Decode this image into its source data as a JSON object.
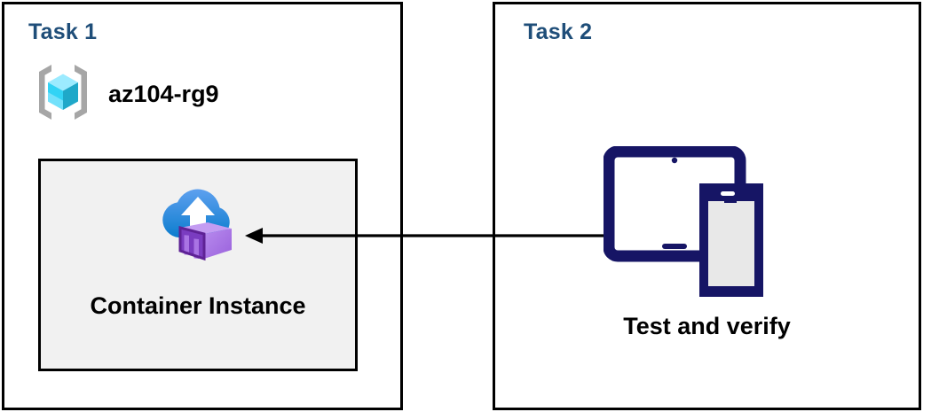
{
  "diagram": {
    "title": "Azure Container Instance task diagram",
    "background_color": "#FFFFFF",
    "panels": [
      {
        "id": "task1",
        "title": "Task 1",
        "title_color": "#1F4E79",
        "border_color": "#000000",
        "resource_group": {
          "name": "az104-rg9",
          "icon": "azure-resource-group-icon",
          "icon_colors": {
            "bracket": "#A6A6A6",
            "cube_light": "#9CEBFF",
            "cube_mid": "#32D3F5",
            "cube_dark": "#1FA8C9"
          }
        },
        "resource_box": {
          "label": "Container Instance",
          "icon": "azure-container-instance-icon",
          "background_color": "#F1F1F1",
          "border_color": "#000000",
          "icon_colors": {
            "cloud_top": "#5EA0EF",
            "cloud_bottom": "#0C7DCE",
            "arrow": "#FFFFFF",
            "container_light": "#B077E8",
            "container_mid": "#9A5FD6",
            "container_dark": "#6B2FA8"
          }
        }
      },
      {
        "id": "task2",
        "title": "Task 2",
        "title_color": "#1F4E79",
        "border_color": "#000000",
        "device_block": {
          "label": "Test and verify",
          "icon": "devices-tablet-phone-icon",
          "icon_colors": {
            "device_outline": "#161565",
            "screen_fill": "#E8E8E8",
            "tablet_screen": "#FFFFFF"
          }
        }
      }
    ],
    "connector": {
      "name": "flow-arrow",
      "direction": "right-to-left",
      "from": "Test and verify",
      "to": "Container Instance",
      "color": "#000000"
    }
  }
}
